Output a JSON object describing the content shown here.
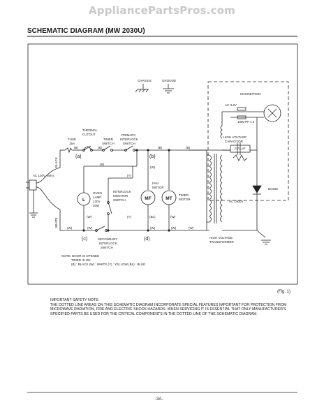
{
  "watermark": "AppliancePartsPros.com",
  "title": "SCHEMATIC DIAGRAM (MW 2030U)",
  "figure_label": "(Fig. 1)",
  "safety_note": {
    "title": "IMPORTANT SAFETY NOTE:",
    "body": "THE DOTTED LINE AREAS ON THIS SCHEMATIC DIAGRAM INCORPORATE SPECIAL FEATURES IMPORTANT FOR PROTECTION FROM MICROWAVE RADIATION, FIRE AND ELECTRIC SHOCK HAZARDS. WHEN SERVICING IT IS ESSENTIAL THAT ONLY MANUFACTURER'S SPECIFIED PARTS BE USED FOR THE CRITICAL COMPONENTS IN THE DOTTED LINE OF THE SCHEMATIC DIAGRAM."
  },
  "page_number": "-3A-",
  "diagram": {
    "chassis": "CHASSIS",
    "ground": "GROUND",
    "magnetron": "MAGNETRON",
    "magnetron_ac": "AC 3.3V",
    "magnetron_spec": "1000 PF x 2",
    "thermal_cutout": [
      "THERMAL",
      "CUTOUT"
    ],
    "fuse": [
      "FUSE",
      "15A"
    ],
    "timer_switch": [
      "TIMER",
      "SWITCH"
    ],
    "primary_interlock": [
      "PRIMARY",
      "INTERLOCK",
      "SWITCH"
    ],
    "hv_capacitor": [
      "HIGH VOLTAGE",
      "CAPACITOR"
    ],
    "capacitor_value": "0.74 μF",
    "black": "BLACK",
    "white": "WHITE",
    "ac_input": "AC 120V, 60Hz",
    "point_a": "(a)",
    "point_b": "(b)",
    "point_c": "(c)",
    "point_d": "(d)",
    "wire_r": "(R)",
    "wire_w": "(W)",
    "wire_y": "(Y)",
    "wire_bl": "(BL)",
    "oven_lamp": [
      "OVEN",
      "LAMP",
      "120V",
      "20W"
    ],
    "lamp_letter": "L",
    "interlock_monitor": [
      "INTERLOCK",
      "MONITOR",
      "SWITCH"
    ],
    "fan_motor": [
      "FAN",
      "MOTOR"
    ],
    "fan_letter": "MF",
    "timer_motor": [
      "TIMER",
      "MOTOR"
    ],
    "timer_letter": "MT",
    "diode": "DIODE",
    "ac_hv": "AC 1900V",
    "hv_transformer": [
      "HIGH VOLTAGE",
      "TRANSFORMER"
    ],
    "secondary_interlock": [
      "SECONDARY",
      "INTERLOCK",
      "SWITCH"
    ],
    "note_lines": [
      "NOTE: DOOR IS OPENED",
      "TIMER IS ON",
      "(B) : BLACK   (W) : WHITE   (Y) : YELLOW   (BL) : BLUE"
    ]
  }
}
